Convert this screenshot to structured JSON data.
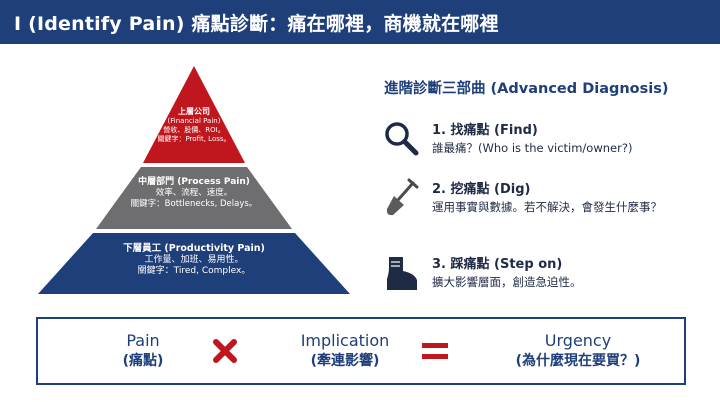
{
  "header": {
    "title": "I (Identify Pain) 痛點診斷：痛在哪裡，商機就在哪裡"
  },
  "pyramid": {
    "top": {
      "heading": "上層公司",
      "line1": "(Financial Pain)",
      "line2": "營收、股價、ROI。",
      "line3": "關鍵字：Profit, Loss。"
    },
    "middle": {
      "heading": "中層部門 (Process Pain)",
      "line1": "效率、流程、速度。",
      "line2": "關鍵字：Bottlenecks, Delays。"
    },
    "bottom": {
      "heading": "下層員工 (Productivity Pain)",
      "line1": "工作量、加班、易用性。",
      "line2": "關鍵字：Tired, Complex。"
    }
  },
  "diagnosis": {
    "title": "進階診斷三部曲 (Advanced Diagnosis)",
    "steps": [
      {
        "icon": "magnifier-icon",
        "heading": "1. 找痛點 (Find)",
        "desc": "誰最痛？(Who is the victim/owner?)"
      },
      {
        "icon": "shovel-icon",
        "heading": "2. 挖痛點 (Dig)",
        "desc": "運用事實與數據。若不解決，會發生什麼事？"
      },
      {
        "icon": "boot-icon",
        "heading": "3. 踩痛點 (Step on)",
        "desc": "擴大影響層面，創造急迫性。"
      }
    ]
  },
  "formula": {
    "pain": {
      "en": "Pain",
      "zh": "(痛點)"
    },
    "implication": {
      "en": "Implication",
      "zh": "(牽連影響)"
    },
    "urgency": {
      "en": "Urgency",
      "zh": "(為什麼現在要買？)"
    },
    "times_color": "#c0161e",
    "equals_color": "#c0161e"
  },
  "colors": {
    "brand": "#1f3f7a",
    "pyramid_top": "#c0161e",
    "pyramid_middle": "#6e6e70",
    "pyramid_bottom": "#1f3f7a"
  }
}
